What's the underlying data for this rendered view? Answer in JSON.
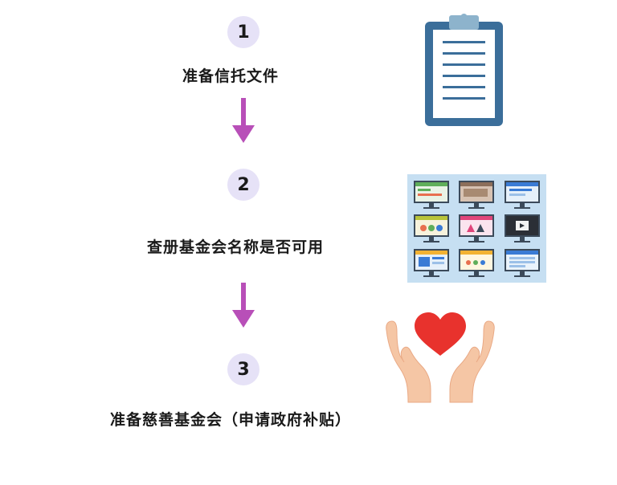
{
  "steps": [
    {
      "number": "1",
      "label": "准备信托文件"
    },
    {
      "number": "2",
      "label": "查册基金会名称是否可用"
    },
    {
      "number": "3",
      "label": "准备慈善基金会（申请政府补贴）"
    }
  ],
  "colors": {
    "circle_bg": "#e6e2f7",
    "arrow": "#b84fb8",
    "clipboard_board": "#3b6e9a",
    "clipboard_clip": "#8db3cc",
    "monitors_bg": "#c6dff2",
    "heart": "#e8322d",
    "hands": "#f5c6a5"
  },
  "icons": [
    "clipboard-icon",
    "monitor-grid-icon",
    "hands-heart-icon",
    "down-arrow-icon"
  ]
}
